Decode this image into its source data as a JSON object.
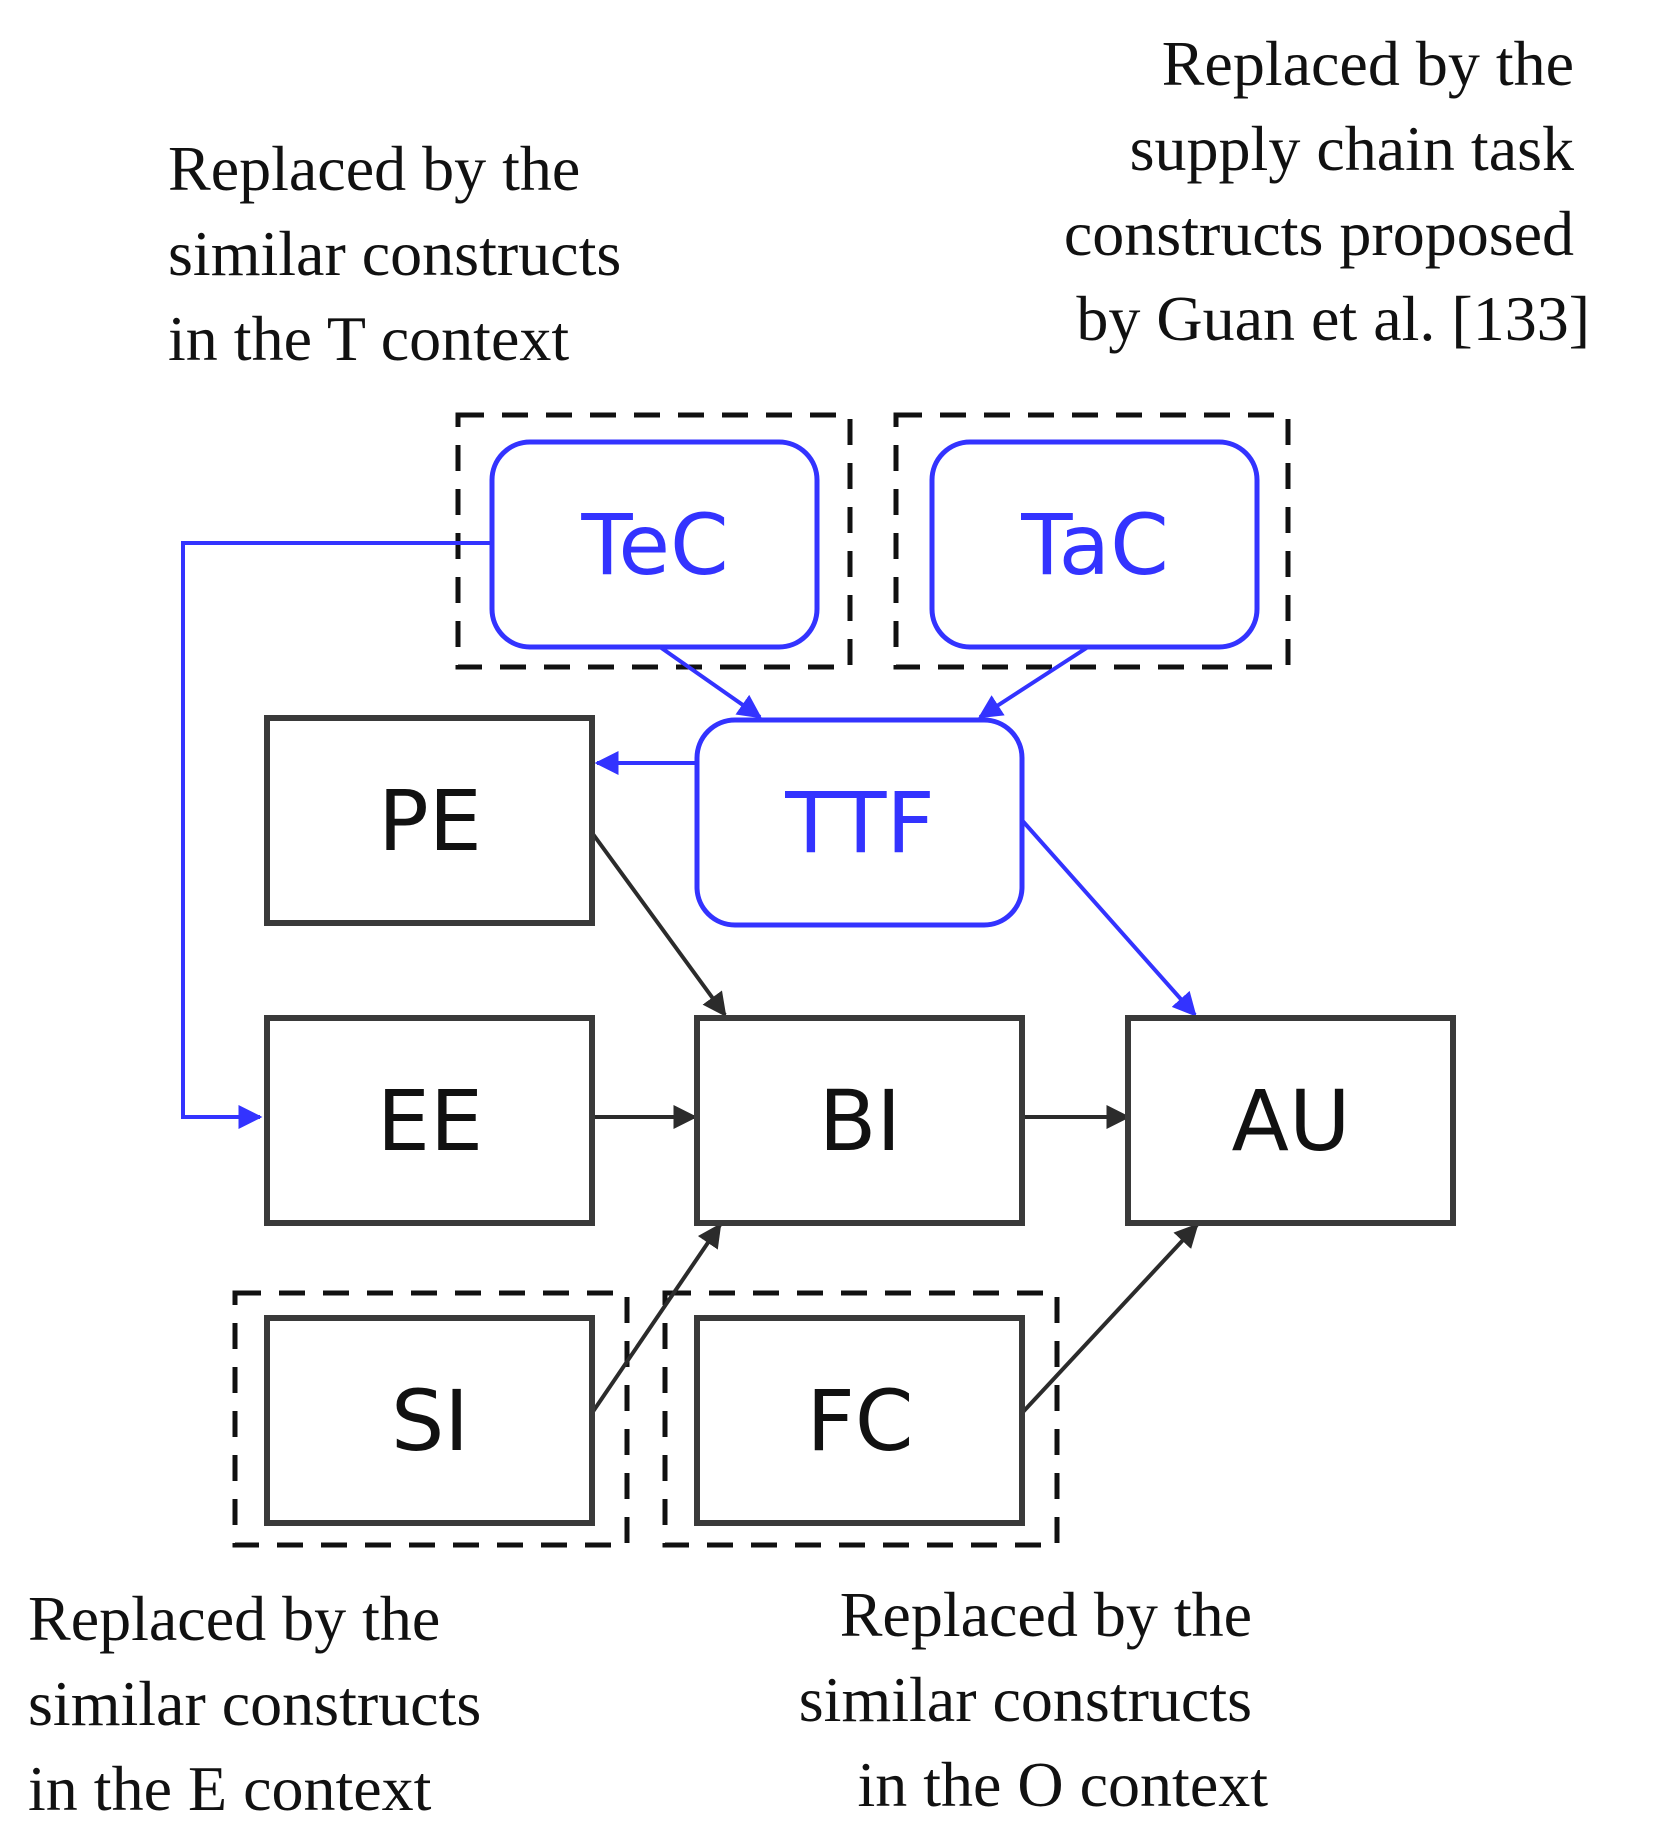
{
  "colors": {
    "blue": "#3333ff",
    "black": "#2b2b2b",
    "background": "#ffffff"
  },
  "nodes": {
    "TeC": "TeC",
    "TaC": "TaC",
    "TTF": "TTF",
    "PE": "PE",
    "EE": "EE",
    "BI": "BI",
    "AU": "AU",
    "SI": "SI",
    "FC": "FC"
  },
  "annotations": {
    "top_left": [
      "Replaced by the",
      "similar constructs",
      "in the T context"
    ],
    "top_right": [
      "Replaced by the",
      "supply chain task",
      "constructs proposed",
      "by Guan et al. [133]"
    ],
    "bottom_left": [
      "Replaced by the",
      "similar constructs",
      "in the E context"
    ],
    "bottom_right": [
      "Replaced by the",
      "similar constructs",
      "in the O context"
    ]
  },
  "edges": [
    {
      "from": "TeC",
      "to": "TTF",
      "color": "blue"
    },
    {
      "from": "TaC",
      "to": "TTF",
      "color": "blue"
    },
    {
      "from": "TTF",
      "to": "PE",
      "color": "blue"
    },
    {
      "from": "TTF",
      "to": "AU",
      "color": "blue"
    },
    {
      "from": "TeC",
      "to": "EE",
      "color": "blue"
    },
    {
      "from": "PE",
      "to": "BI",
      "color": "black"
    },
    {
      "from": "EE",
      "to": "BI",
      "color": "black"
    },
    {
      "from": "BI",
      "to": "AU",
      "color": "black"
    },
    {
      "from": "SI",
      "to": "BI",
      "color": "black"
    },
    {
      "from": "FC",
      "to": "AU",
      "color": "black"
    }
  ]
}
